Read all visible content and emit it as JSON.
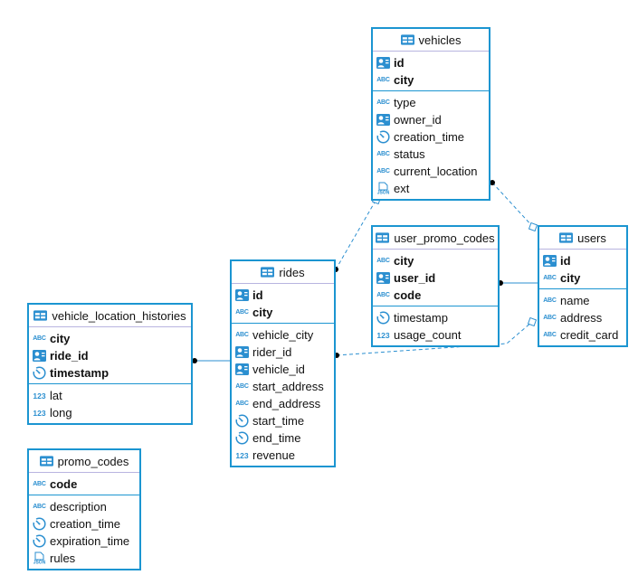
{
  "colors": {
    "table_border": "#1b95d1",
    "header_divider": "#b8b4e0",
    "icon": "#2b8fd0",
    "link": "#2b8fd0"
  },
  "tables": [
    {
      "id": "vehicles",
      "name": "vehicles",
      "keys": [
        {
          "name": "id",
          "type": "key"
        },
        {
          "name": "city",
          "type": "text"
        }
      ],
      "columns": [
        {
          "name": "type",
          "type": "text"
        },
        {
          "name": "owner_id",
          "type": "key"
        },
        {
          "name": "creation_time",
          "type": "timestamp"
        },
        {
          "name": "status",
          "type": "text"
        },
        {
          "name": "current_location",
          "type": "text"
        },
        {
          "name": "ext",
          "type": "json"
        }
      ]
    },
    {
      "id": "rides",
      "name": "rides",
      "keys": [
        {
          "name": "id",
          "type": "key"
        },
        {
          "name": "city",
          "type": "text"
        }
      ],
      "columns": [
        {
          "name": "vehicle_city",
          "type": "text"
        },
        {
          "name": "rider_id",
          "type": "key"
        },
        {
          "name": "vehicle_id",
          "type": "key"
        },
        {
          "name": "start_address",
          "type": "text"
        },
        {
          "name": "end_address",
          "type": "text"
        },
        {
          "name": "start_time",
          "type": "timestamp"
        },
        {
          "name": "end_time",
          "type": "timestamp"
        },
        {
          "name": "revenue",
          "type": "number"
        }
      ]
    },
    {
      "id": "vehicle_location_histories",
      "name": "vehicle_location_histories",
      "keys": [
        {
          "name": "city",
          "type": "text"
        },
        {
          "name": "ride_id",
          "type": "key"
        },
        {
          "name": "timestamp",
          "type": "timestamp"
        }
      ],
      "columns": [
        {
          "name": "lat",
          "type": "number"
        },
        {
          "name": "long",
          "type": "number"
        }
      ]
    },
    {
      "id": "user_promo_codes",
      "name": "user_promo_codes",
      "keys": [
        {
          "name": "city",
          "type": "text"
        },
        {
          "name": "user_id",
          "type": "key"
        },
        {
          "name": "code",
          "type": "text"
        }
      ],
      "columns": [
        {
          "name": "timestamp",
          "type": "timestamp"
        },
        {
          "name": "usage_count",
          "type": "number"
        }
      ]
    },
    {
      "id": "users",
      "name": "users",
      "keys": [
        {
          "name": "id",
          "type": "key"
        },
        {
          "name": "city",
          "type": "text"
        }
      ],
      "columns": [
        {
          "name": "name",
          "type": "text"
        },
        {
          "name": "address",
          "type": "text"
        },
        {
          "name": "credit_card",
          "type": "text"
        }
      ]
    },
    {
      "id": "promo_codes",
      "name": "promo_codes",
      "keys": [
        {
          "name": "code",
          "type": "text"
        }
      ],
      "columns": [
        {
          "name": "description",
          "type": "text"
        },
        {
          "name": "creation_time",
          "type": "timestamp"
        },
        {
          "name": "expiration_time",
          "type": "timestamp"
        },
        {
          "name": "rules",
          "type": "json"
        }
      ]
    }
  ],
  "relationships": [
    {
      "from": "rides",
      "to": "vehicles",
      "style": "dashed"
    },
    {
      "from": "vehicles",
      "to": "users",
      "style": "dashed"
    },
    {
      "from": "user_promo_codes",
      "to": "users",
      "style": "solid"
    },
    {
      "from": "rides",
      "to": "users",
      "style": "dashed"
    },
    {
      "from": "vehicle_location_histories",
      "to": "rides",
      "style": "solid"
    }
  ]
}
